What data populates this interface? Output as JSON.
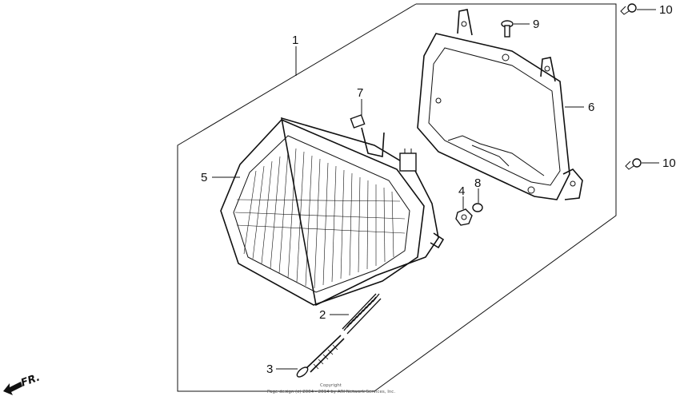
{
  "callouts": {
    "c1": "1",
    "c2": "2",
    "c3": "3",
    "c4": "4",
    "c5": "5",
    "c6": "6",
    "c7": "7",
    "c8": "8",
    "c9": "9",
    "c10a": "10",
    "c10b": "10"
  },
  "direction_label": "FR.",
  "copyright": {
    "line1": "Copyright",
    "line2": "Page design (c) 2004 - 2014 by ARI Network Services, Inc."
  },
  "colors": {
    "ink": "#111111",
    "background": "#ffffff"
  }
}
